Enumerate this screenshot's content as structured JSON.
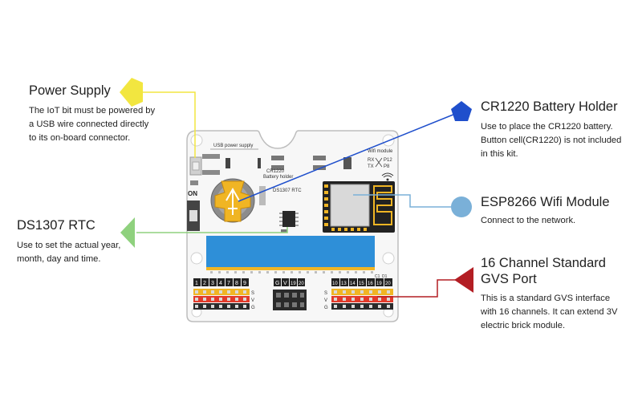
{
  "callouts": {
    "power": {
      "title": "Power Supply",
      "desc": [
        "The IoT bit must be powered by",
        "a USB wire connected directly",
        "to its on-board connector."
      ],
      "color": "#f2e640"
    },
    "rtc": {
      "title": "DS1307 RTC",
      "desc": [
        "Use to set the actual year,",
        "month, day and time."
      ],
      "color": "#8fd17e"
    },
    "battery": {
      "title": "CR1220 Battery Holder",
      "desc": [
        "Use to place the CR1220 battery.",
        "Button cell(CR1220) is not included",
        "in this kit."
      ],
      "color": "#1f4fcc"
    },
    "wifi": {
      "title": "ESP8266 Wifi Module",
      "desc": [
        "Connect to the network."
      ],
      "color": "#7ab0d8"
    },
    "gvs": {
      "title_lines": [
        "16 Channel Standard",
        "GVS Port"
      ],
      "desc": [
        "This is a standard GVS interface",
        "with 16 channels. It can extend 3V",
        "electric brick module."
      ],
      "color": "#b31e24"
    }
  },
  "board": {
    "usb_label": "USB power supply",
    "on_label": "ON",
    "battery_label": [
      "CR1220",
      "Battery holder"
    ],
    "rtc_label": "DS1307 RTC",
    "wifi_label": "Wifi module",
    "rx_label": "RX",
    "tx_label": "TX",
    "p12_label": "P12",
    "p8_label": "P8",
    "left_pins": [
      "1",
      "2",
      "3",
      "4",
      "7",
      "8",
      "9"
    ],
    "mid_pins": [
      "G",
      "V",
      "19",
      "20"
    ],
    "right_pins": [
      "10",
      "13",
      "14",
      "15",
      "16",
      "19",
      "20"
    ],
    "right_top": [
      "C1",
      "D1"
    ],
    "svg_rows": [
      "S",
      "V",
      "G"
    ]
  }
}
